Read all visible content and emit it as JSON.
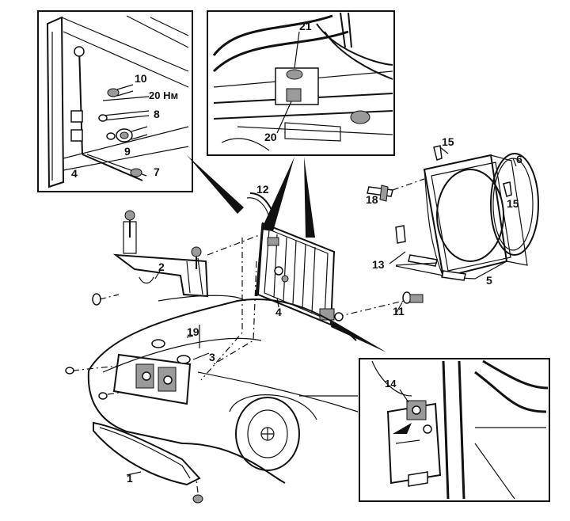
{
  "callouts": {
    "c1": "1",
    "c2": "2",
    "c3": "3",
    "c4_main": "4",
    "c4_inset": "4",
    "c5": "5",
    "c6": "6",
    "c7": "7",
    "c8": "8",
    "c9": "9",
    "c10": "10",
    "c11": "11",
    "c12": "12",
    "c13": "13",
    "c14": "14",
    "c15_top": "15",
    "c15_shroud": "15",
    "c18": "18",
    "c19": "19",
    "c20_inset": "20",
    "c21": "21"
  },
  "torque": {
    "value": "20 Нм"
  },
  "colors": {
    "ink": "#111111",
    "paper": "#ffffff",
    "shade": "#9a9a9a"
  }
}
